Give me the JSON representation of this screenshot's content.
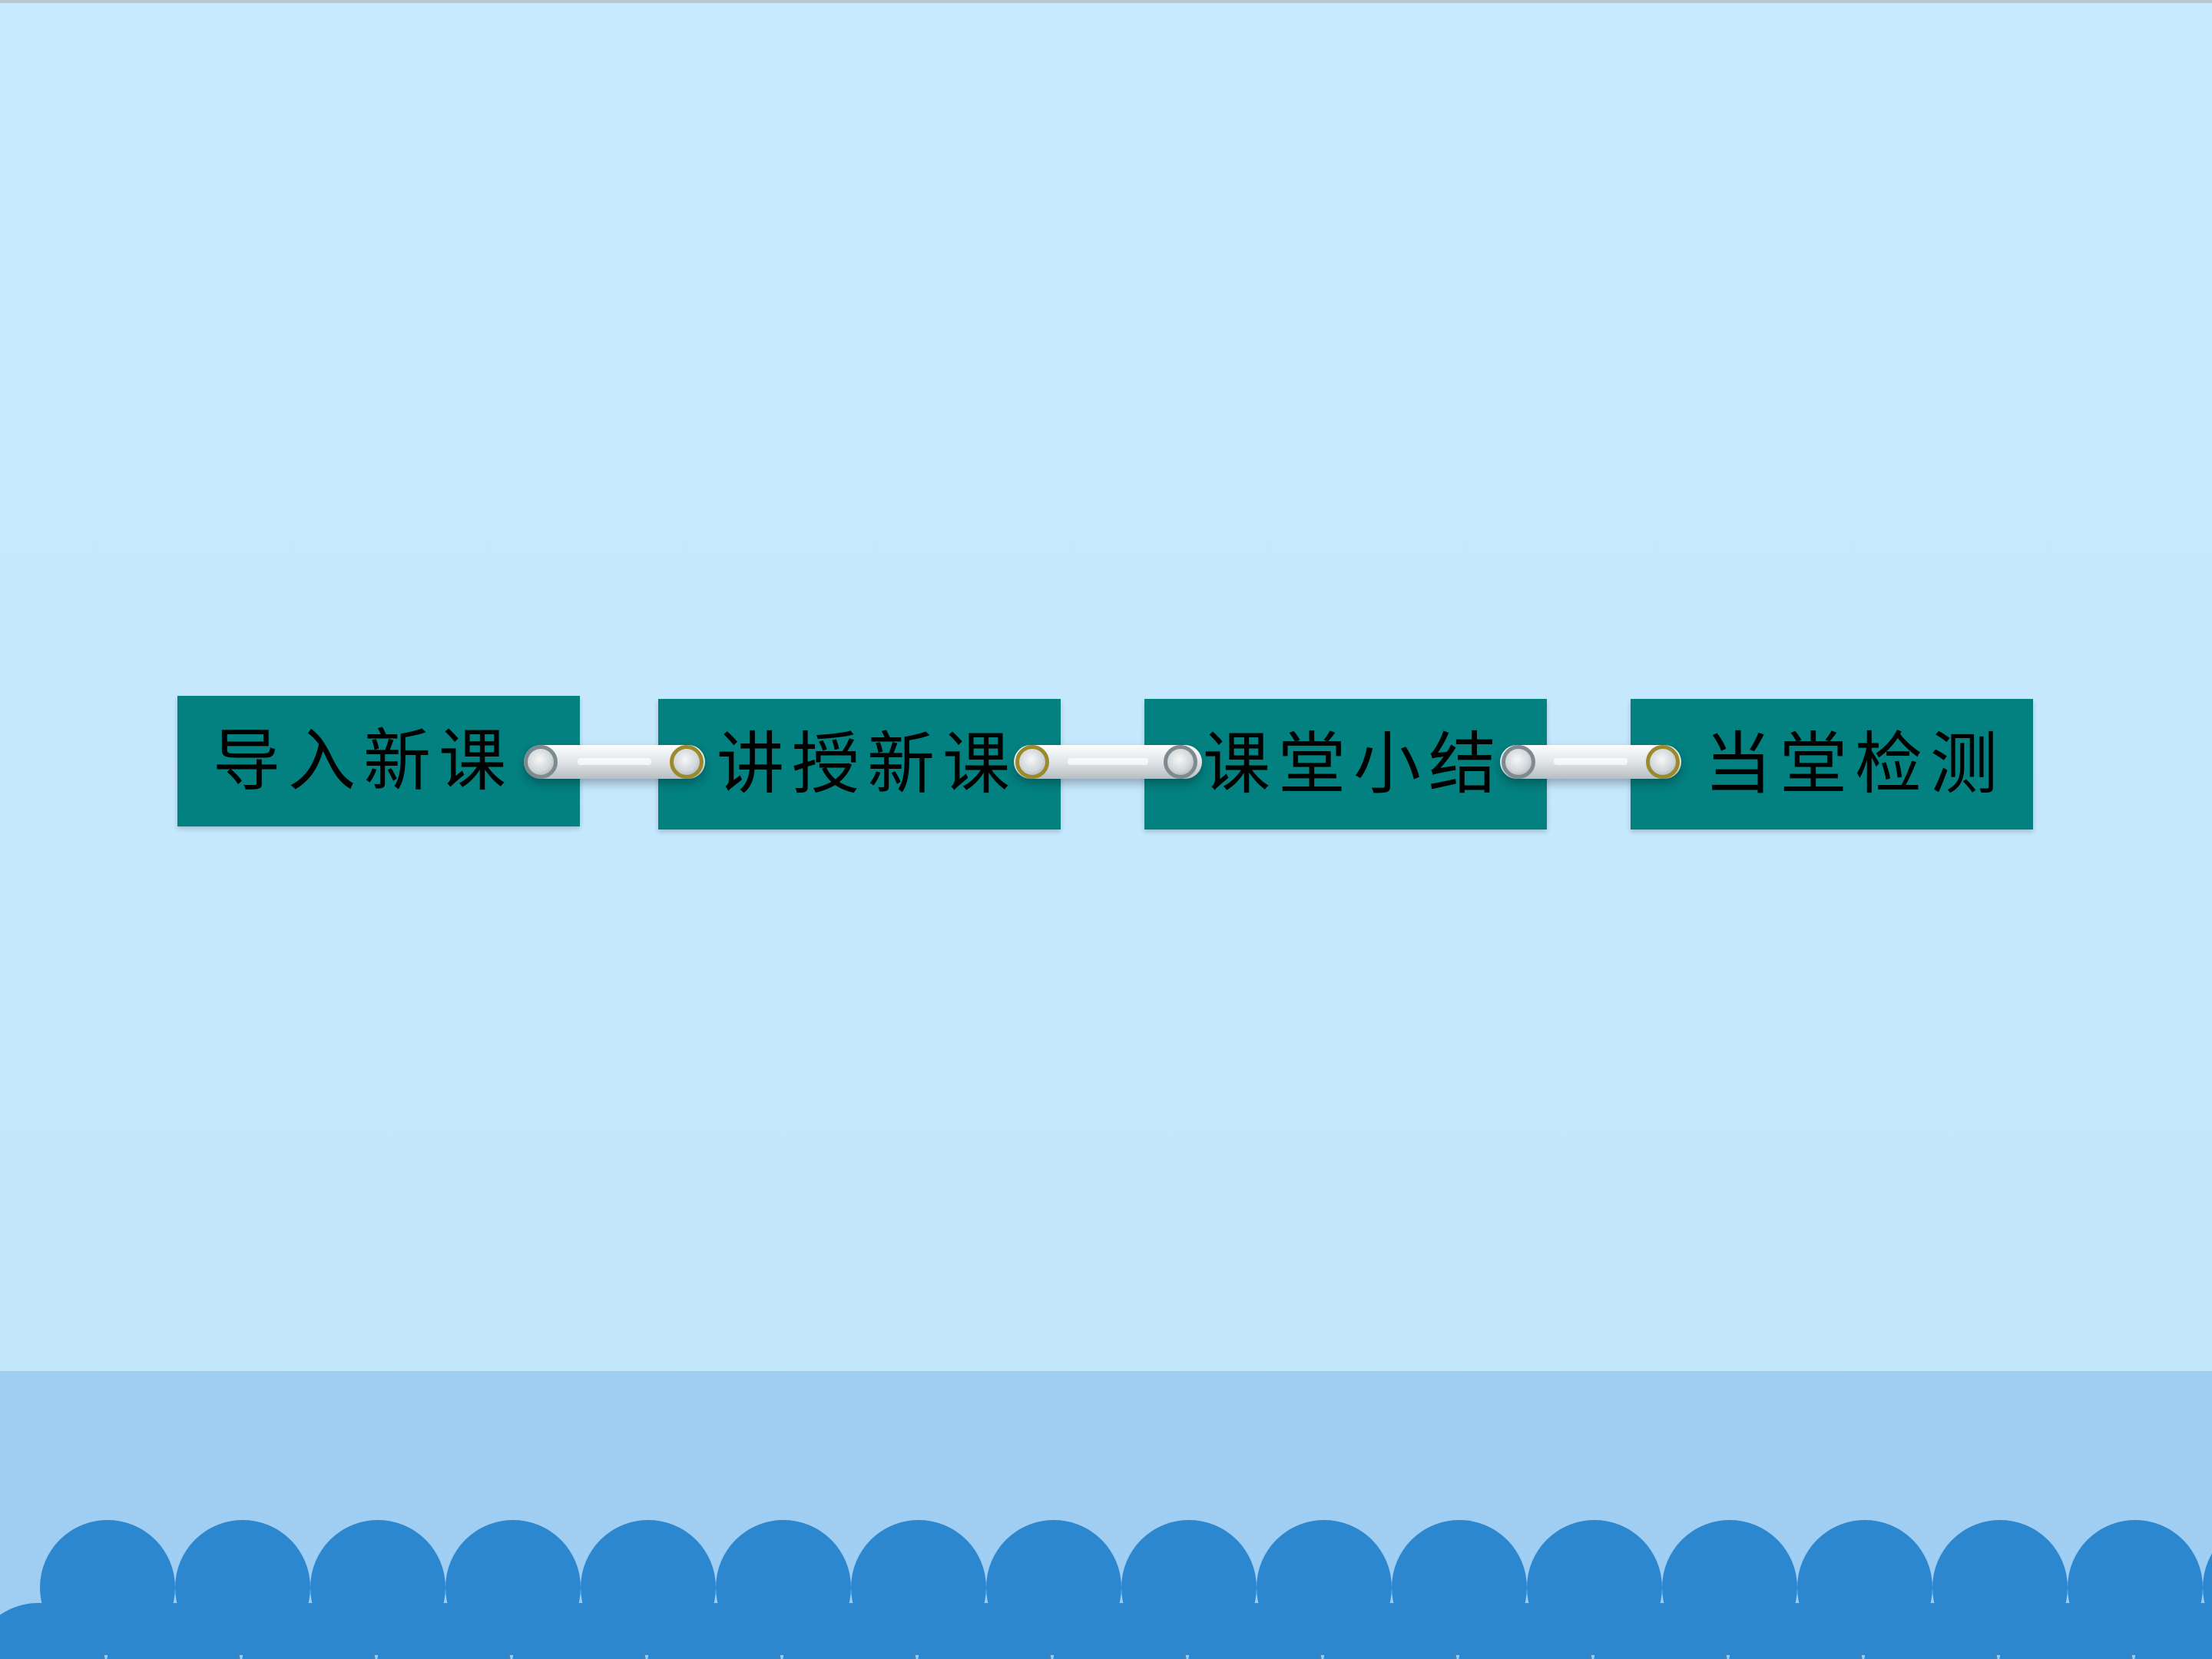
{
  "slide": {
    "steps": [
      {
        "label": "导入新课"
      },
      {
        "label": "讲授新课"
      },
      {
        "label": "课堂小结"
      },
      {
        "label": "当堂检测"
      }
    ]
  },
  "colors": {
    "background": "#c7eaff",
    "box_fill": "#038080",
    "band": "#a0cdf2",
    "waves": "#2c87ce",
    "connector": "#e4e8ea"
  }
}
